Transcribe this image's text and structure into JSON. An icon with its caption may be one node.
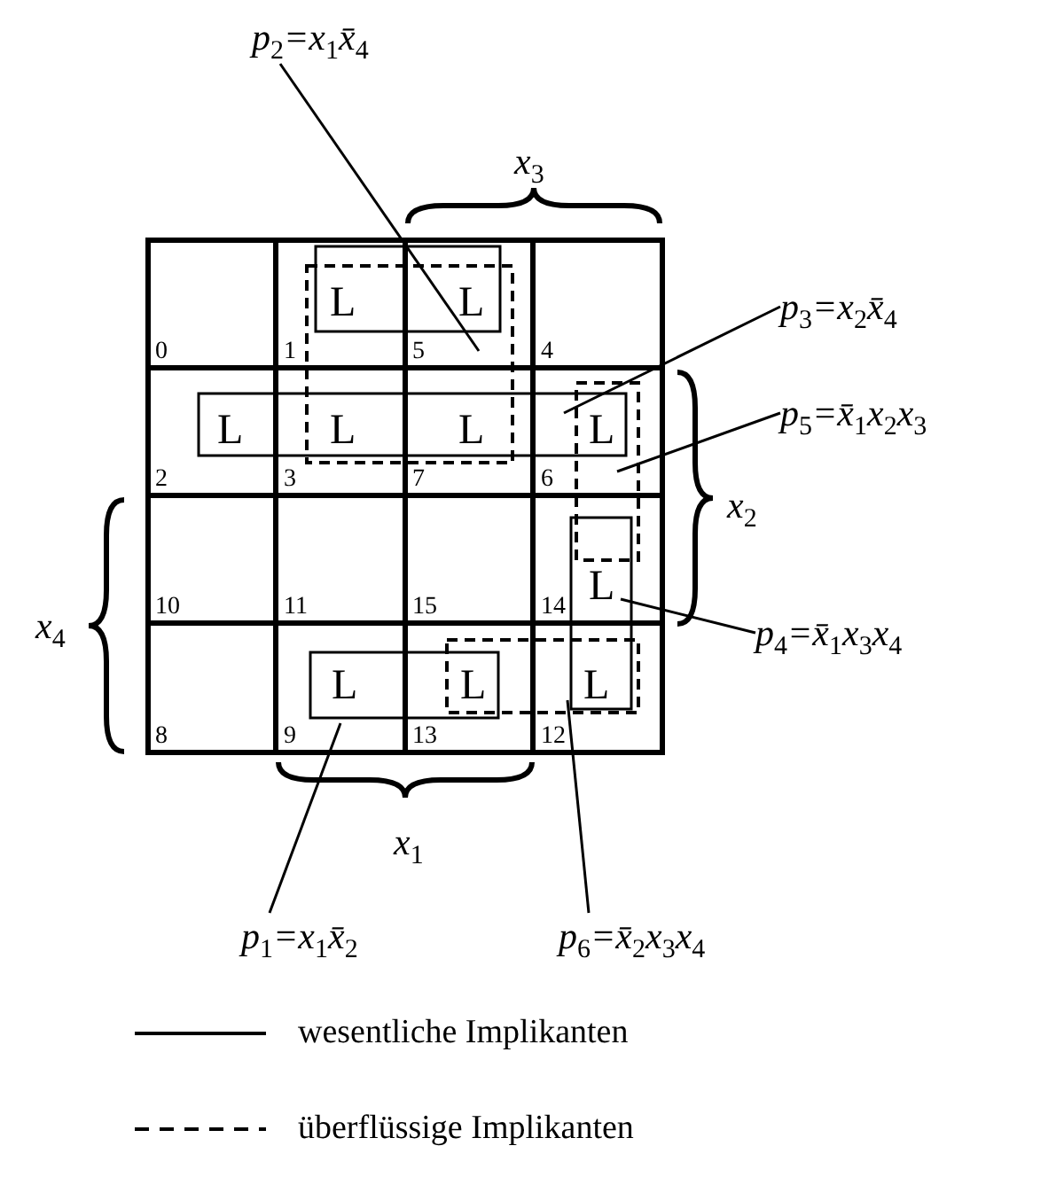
{
  "diagram": {
    "nodes": [
      {
        "text": [
          "0"
        ]
      },
      {
        "text": [
          "L",
          "1"
        ]
      },
      {
        "text": [
          "L",
          "5"
        ]
      },
      {
        "text": [
          "4"
        ]
      },
      {
        "text": [
          "L",
          "2"
        ]
      },
      {
        "text": [
          "L",
          "3"
        ]
      },
      {
        "text": [
          "L",
          "7"
        ]
      },
      {
        "text": [
          "L",
          "6"
        ]
      },
      {
        "text": [
          "10"
        ]
      },
      {
        "text": [
          "11"
        ]
      },
      {
        "text": [
          "15"
        ]
      },
      {
        "text": [
          "L",
          "14"
        ]
      },
      {
        "text": [
          "8"
        ]
      },
      {
        "text": [
          "L",
          "9"
        ]
      },
      {
        "text": [
          "L",
          "13"
        ]
      },
      {
        "text": [
          "L",
          "12"
        ]
      },
      {
        "text": [
          "p$_{2}$=x$_{1}$x̄$_{4}$"
        ]
      },
      {
        "text": [
          "p$_{3}$=x$_{2}$x̄$_{4}$"
        ]
      },
      {
        "text": [
          "p$_{5}$=x̄$_{1}$x$_{2}$x$_{3}$"
        ]
      },
      {
        "text": [
          "p$_{4}$=x̄$_{1}$x$_{3}$x$_{4}$"
        ]
      },
      {
        "text": [
          "p$_{1}$=x$_{1}$x̄$_{2}$"
        ]
      },
      {
        "text": [
          "p$_{6}$=x̄$_{2}$x$_{3}$x$_{4}$"
        ]
      }
    ],
    "edges": [
      {
        "from": 16,
        "to": 2,
        "arrow": "none"
      },
      {
        "from": 17,
        "to": 7,
        "arrow": "none"
      },
      {
        "from": 18,
        "to": 7,
        "arrow": "none"
      },
      {
        "from": 19,
        "to": 11,
        "arrow": "none"
      },
      {
        "from": 20,
        "to": 13,
        "arrow": "none"
      },
      {
        "from": 21,
        "to": 15,
        "arrow": "none"
      }
    ],
    "labels": [
      "x$_{3}$",
      "x$_{2}$",
      "x$_{4}$",
      "x$_{1}$"
    ],
    "legend": [
      {
        "text": "wesentliche Implikanten"
      },
      {
        "text": "überflüssige Implikanten"
      }
    ]
  }
}
